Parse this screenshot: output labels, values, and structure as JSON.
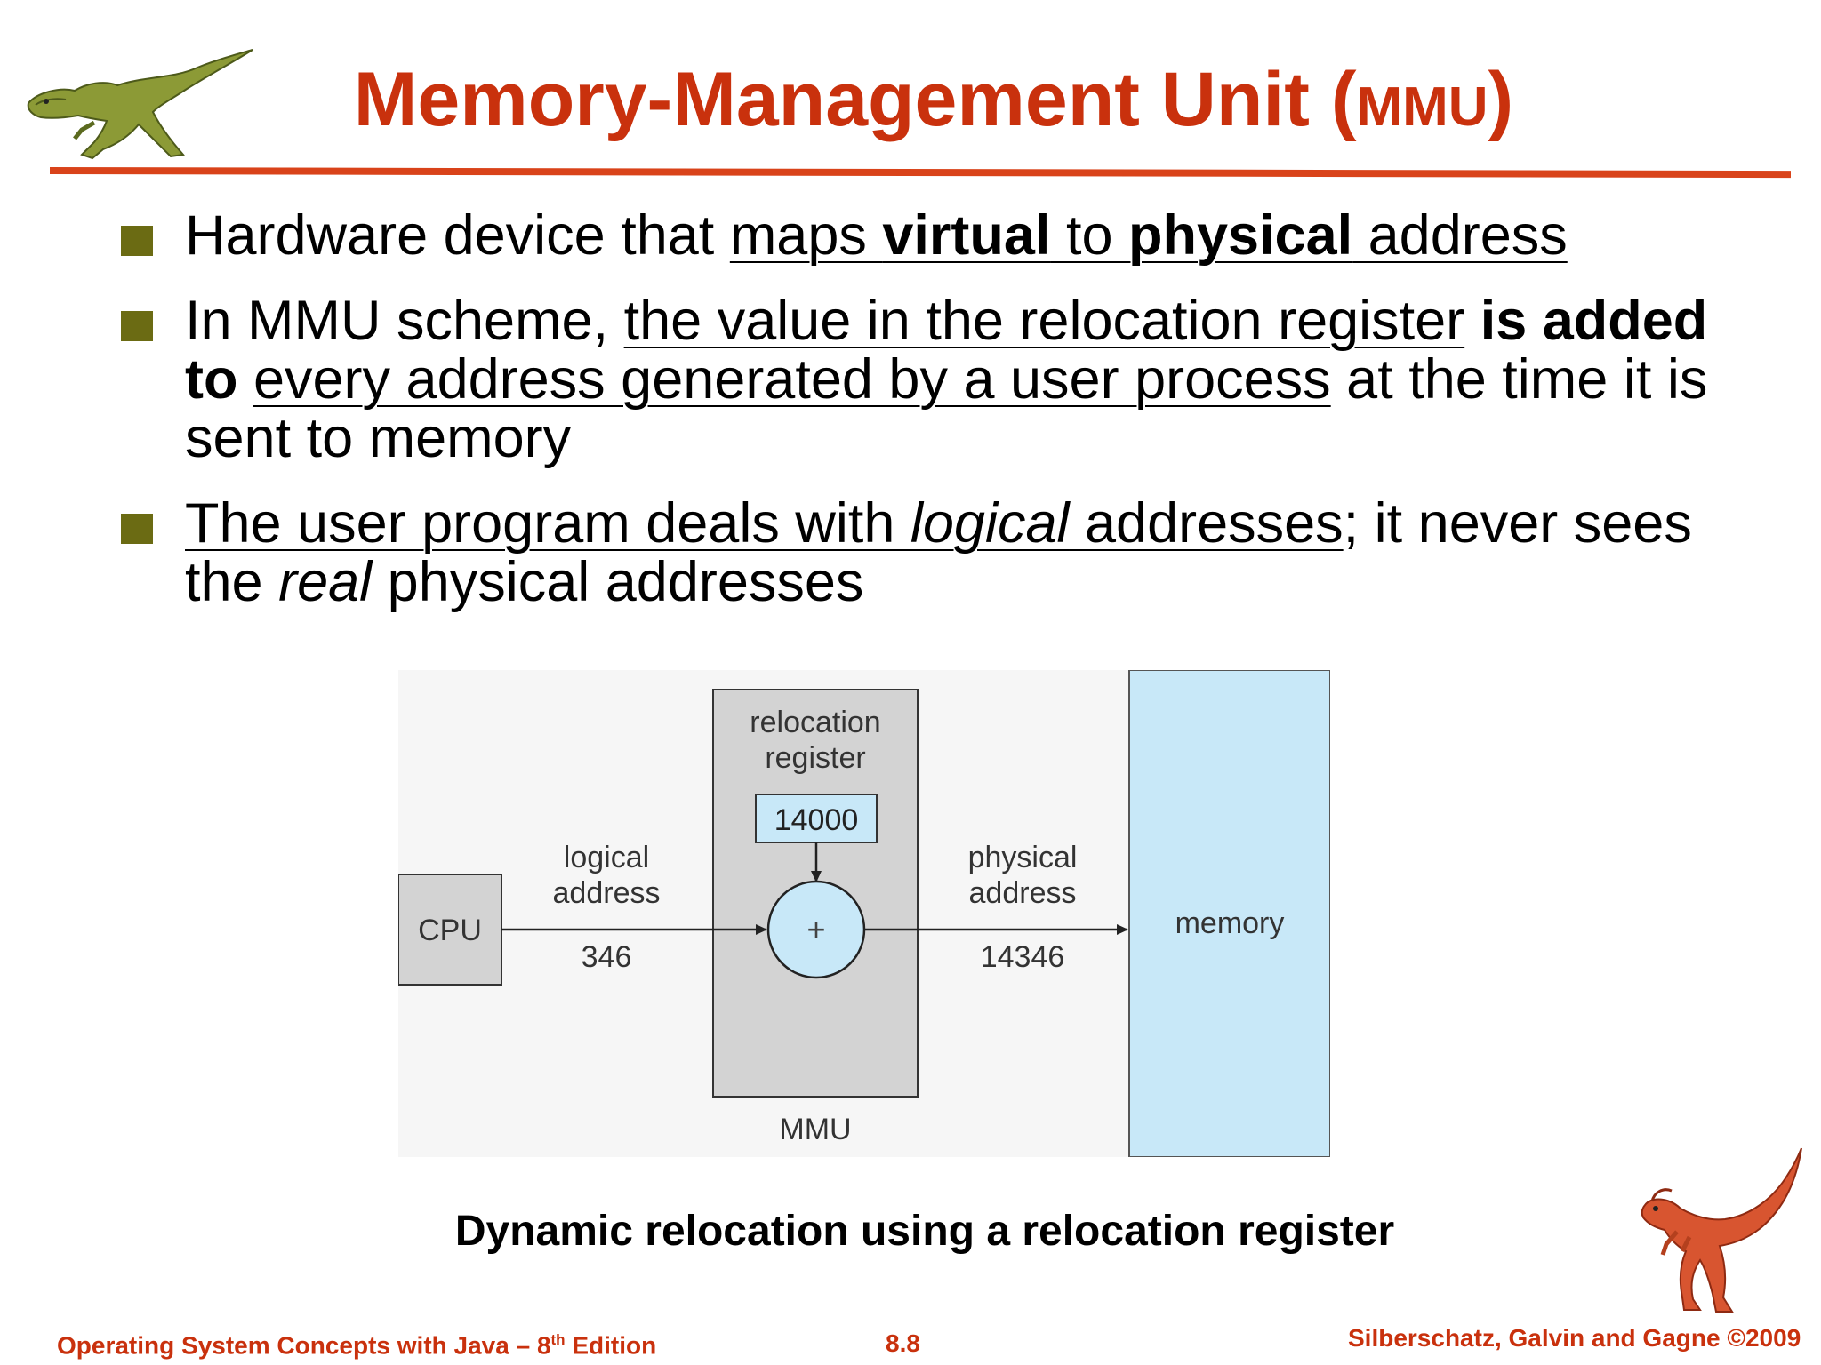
{
  "title": {
    "main": "Memory-Management Unit (",
    "abbr": "MMU",
    "close": ")"
  },
  "bullets": [
    {
      "parts": [
        {
          "t": "Hardware device that "
        },
        {
          "t": "maps ",
          "u": true
        },
        {
          "t": "virtual",
          "u": true,
          "b": true
        },
        {
          "t": " to ",
          "u": true
        },
        {
          "t": "physical",
          "u": true,
          "b": true
        },
        {
          "t": " address",
          "u": true
        }
      ]
    },
    {
      "parts": [
        {
          "t": "In MMU scheme, "
        },
        {
          "t": "the value in the relocation register",
          "u": true
        },
        {
          "t": " "
        },
        {
          "t": "is added to",
          "b": true
        },
        {
          "t": " "
        },
        {
          "t": "every address generated by a user process",
          "u": true
        },
        {
          "t": " at the time it is sent to memory"
        }
      ]
    },
    {
      "parts": [
        {
          "t": "The user program deals with ",
          "u": true
        },
        {
          "t": "logical",
          "u": true,
          "i": true
        },
        {
          "t": " addresses",
          "u": true
        },
        {
          "t": "; it never sees the "
        },
        {
          "t": "real",
          "i": true
        },
        {
          "t": " physical addresses"
        }
      ]
    }
  ],
  "diagram": {
    "cpu": "CPU",
    "relocation_register_line1": "relocation",
    "relocation_register_line2": "register",
    "register_value": "14000",
    "adder_symbol": "+",
    "logical_line1": "logical",
    "logical_line2": "address",
    "logical_value": "346",
    "physical_line1": "physical",
    "physical_line2": "address",
    "physical_value": "14346",
    "memory": "memory",
    "mmu": "MMU",
    "colors": {
      "box_gray": "#d3d3d3",
      "light_blue": "#c8e8f8",
      "stroke": "#333333"
    }
  },
  "caption": "Dynamic relocation using a relocation register",
  "footer": {
    "left_prefix": "Operating System Concepts  with Java – 8",
    "left_sup": "th",
    "left_suffix": " Edition",
    "page": "8.8",
    "right": "Silberschatz, Galvin and Gagne ©2009"
  },
  "colors": {
    "title": "#c9310d",
    "rule": "#d9431a",
    "bullet": "#6b6b13"
  },
  "decorations": {
    "top_left": "green-dinosaur-icon",
    "bottom_right": "red-dinosaur-icon"
  }
}
